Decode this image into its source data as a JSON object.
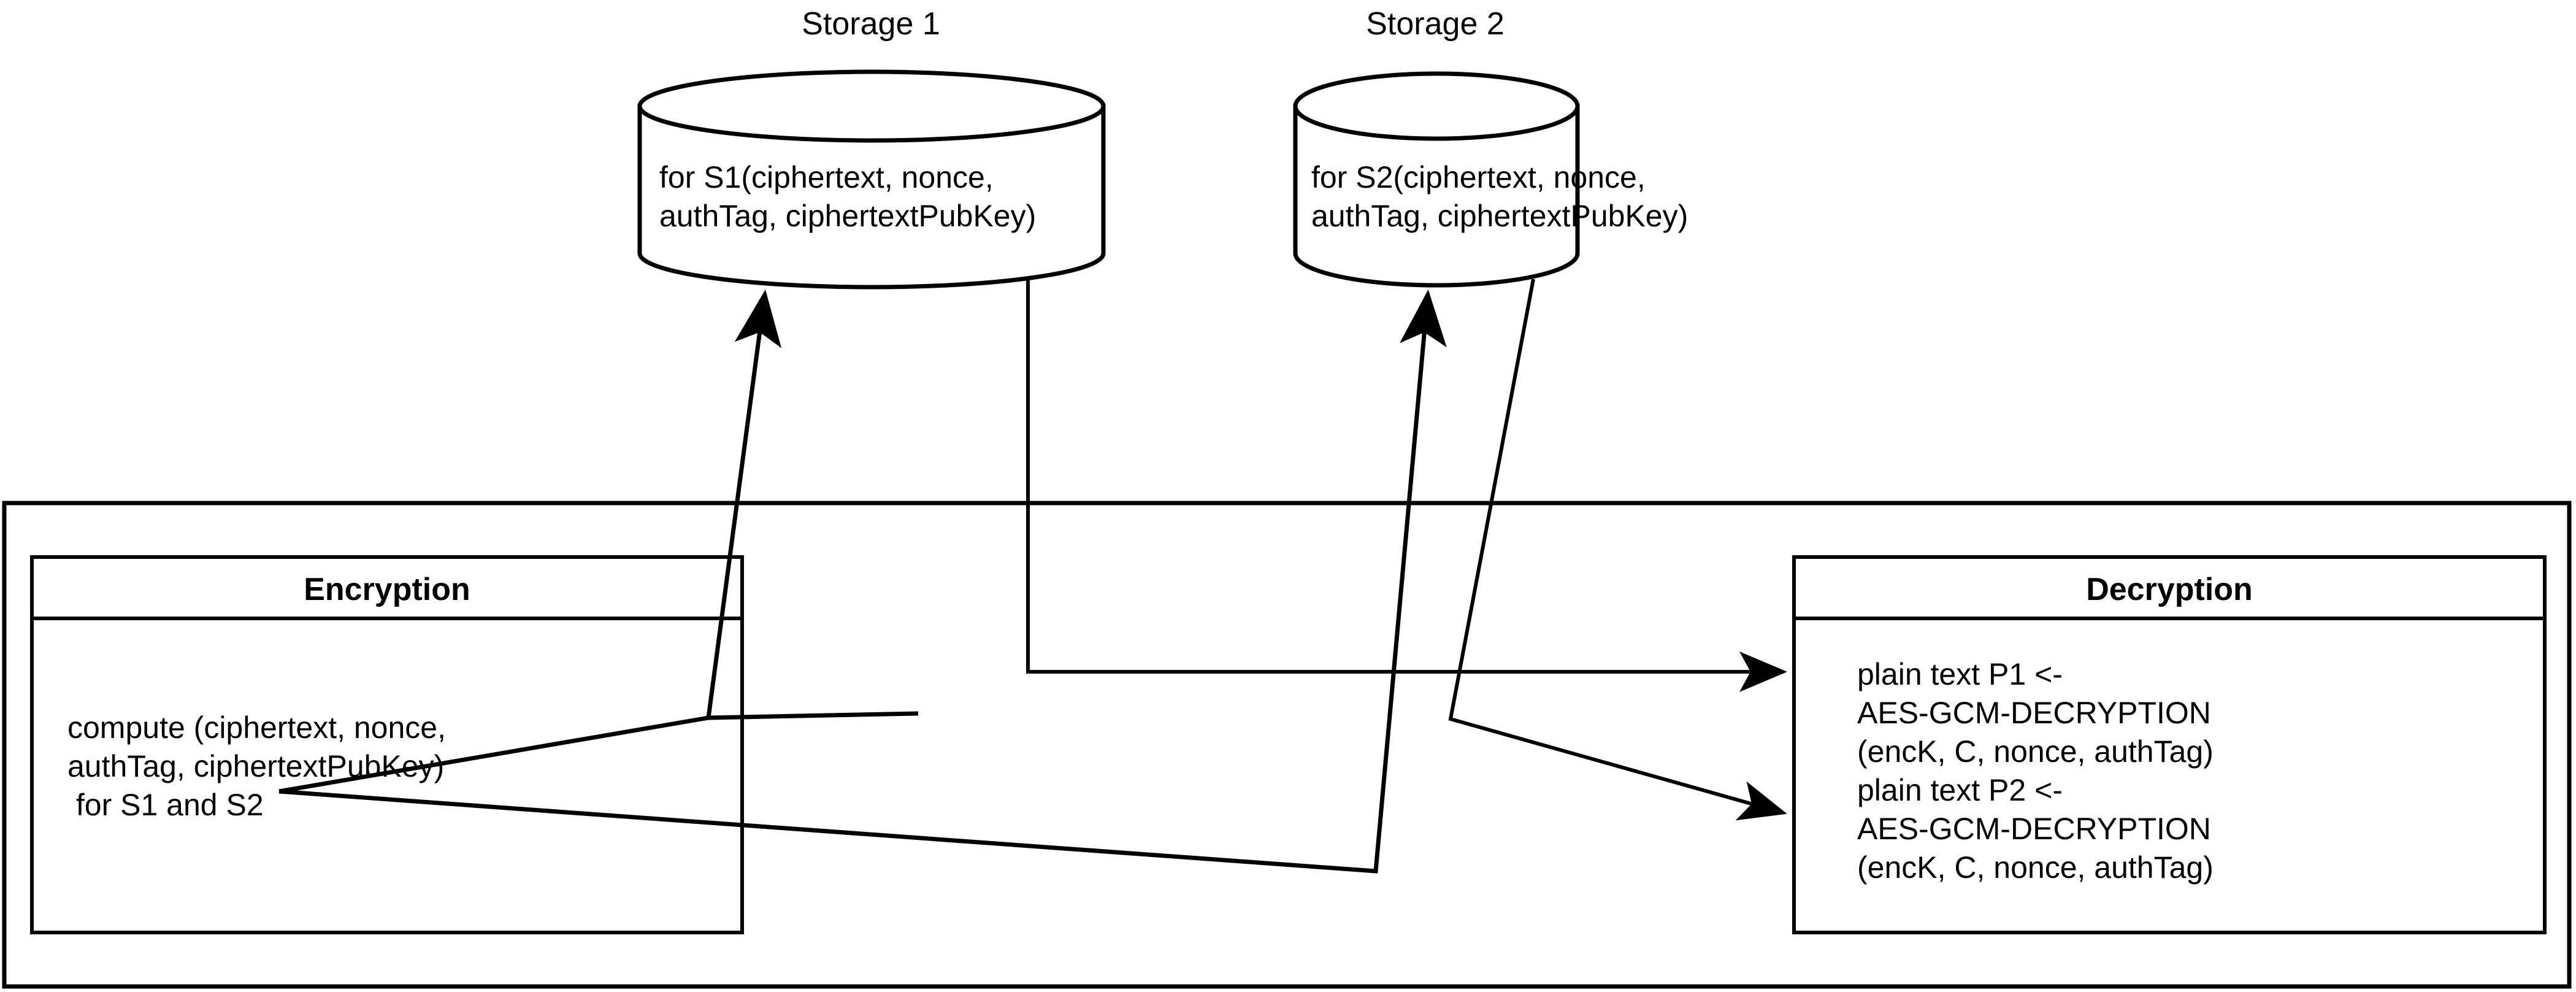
{
  "diagram": {
    "type": "flow-architecture",
    "background_color": "#ffffff",
    "stroke_color": "#000000"
  },
  "storage_nodes": [
    {
      "label": "Storage 1",
      "icon": "database-cylinder-icon",
      "body_lines": [
        "for S1(ciphertext, nonce,",
        "authTag, ciphertextPubKey)"
      ]
    },
    {
      "label": "Storage 2",
      "icon": "database-cylinder-icon",
      "body_lines": [
        "for S2(ciphertext, nonce,",
        "authTag, ciphertextPubKey)"
      ]
    }
  ],
  "process_boxes": [
    {
      "title": "Encryption",
      "body_lines": [
        "compute (ciphertext, nonce,",
        "authTag, ciphertextPubKey)",
        " for S1 and S2"
      ]
    },
    {
      "title": "Decryption",
      "body_lines": [
        "plain text P1 <-",
        "AES-GCM-DECRYPTION",
        "(encK, C, nonce, authTag)",
        "plain text P2 <-",
        "AES-GCM-DECRYPTION",
        "(encK, C, nonce, authTag)"
      ]
    }
  ],
  "connectors": [
    {
      "name": "encryption-to-storage-1",
      "from": "Encryption",
      "to": "Storage 1",
      "arrow": true
    },
    {
      "name": "encryption-to-storage-2",
      "from": "Encryption",
      "to": "Storage 2",
      "arrow": true
    },
    {
      "name": "storage-1-to-decryption-p1",
      "from": "Storage 1",
      "to": "plain text P1",
      "arrow": true
    },
    {
      "name": "storage-2-to-decryption-p2",
      "from": "Storage 2",
      "to": "plain text P2",
      "arrow": true
    }
  ]
}
